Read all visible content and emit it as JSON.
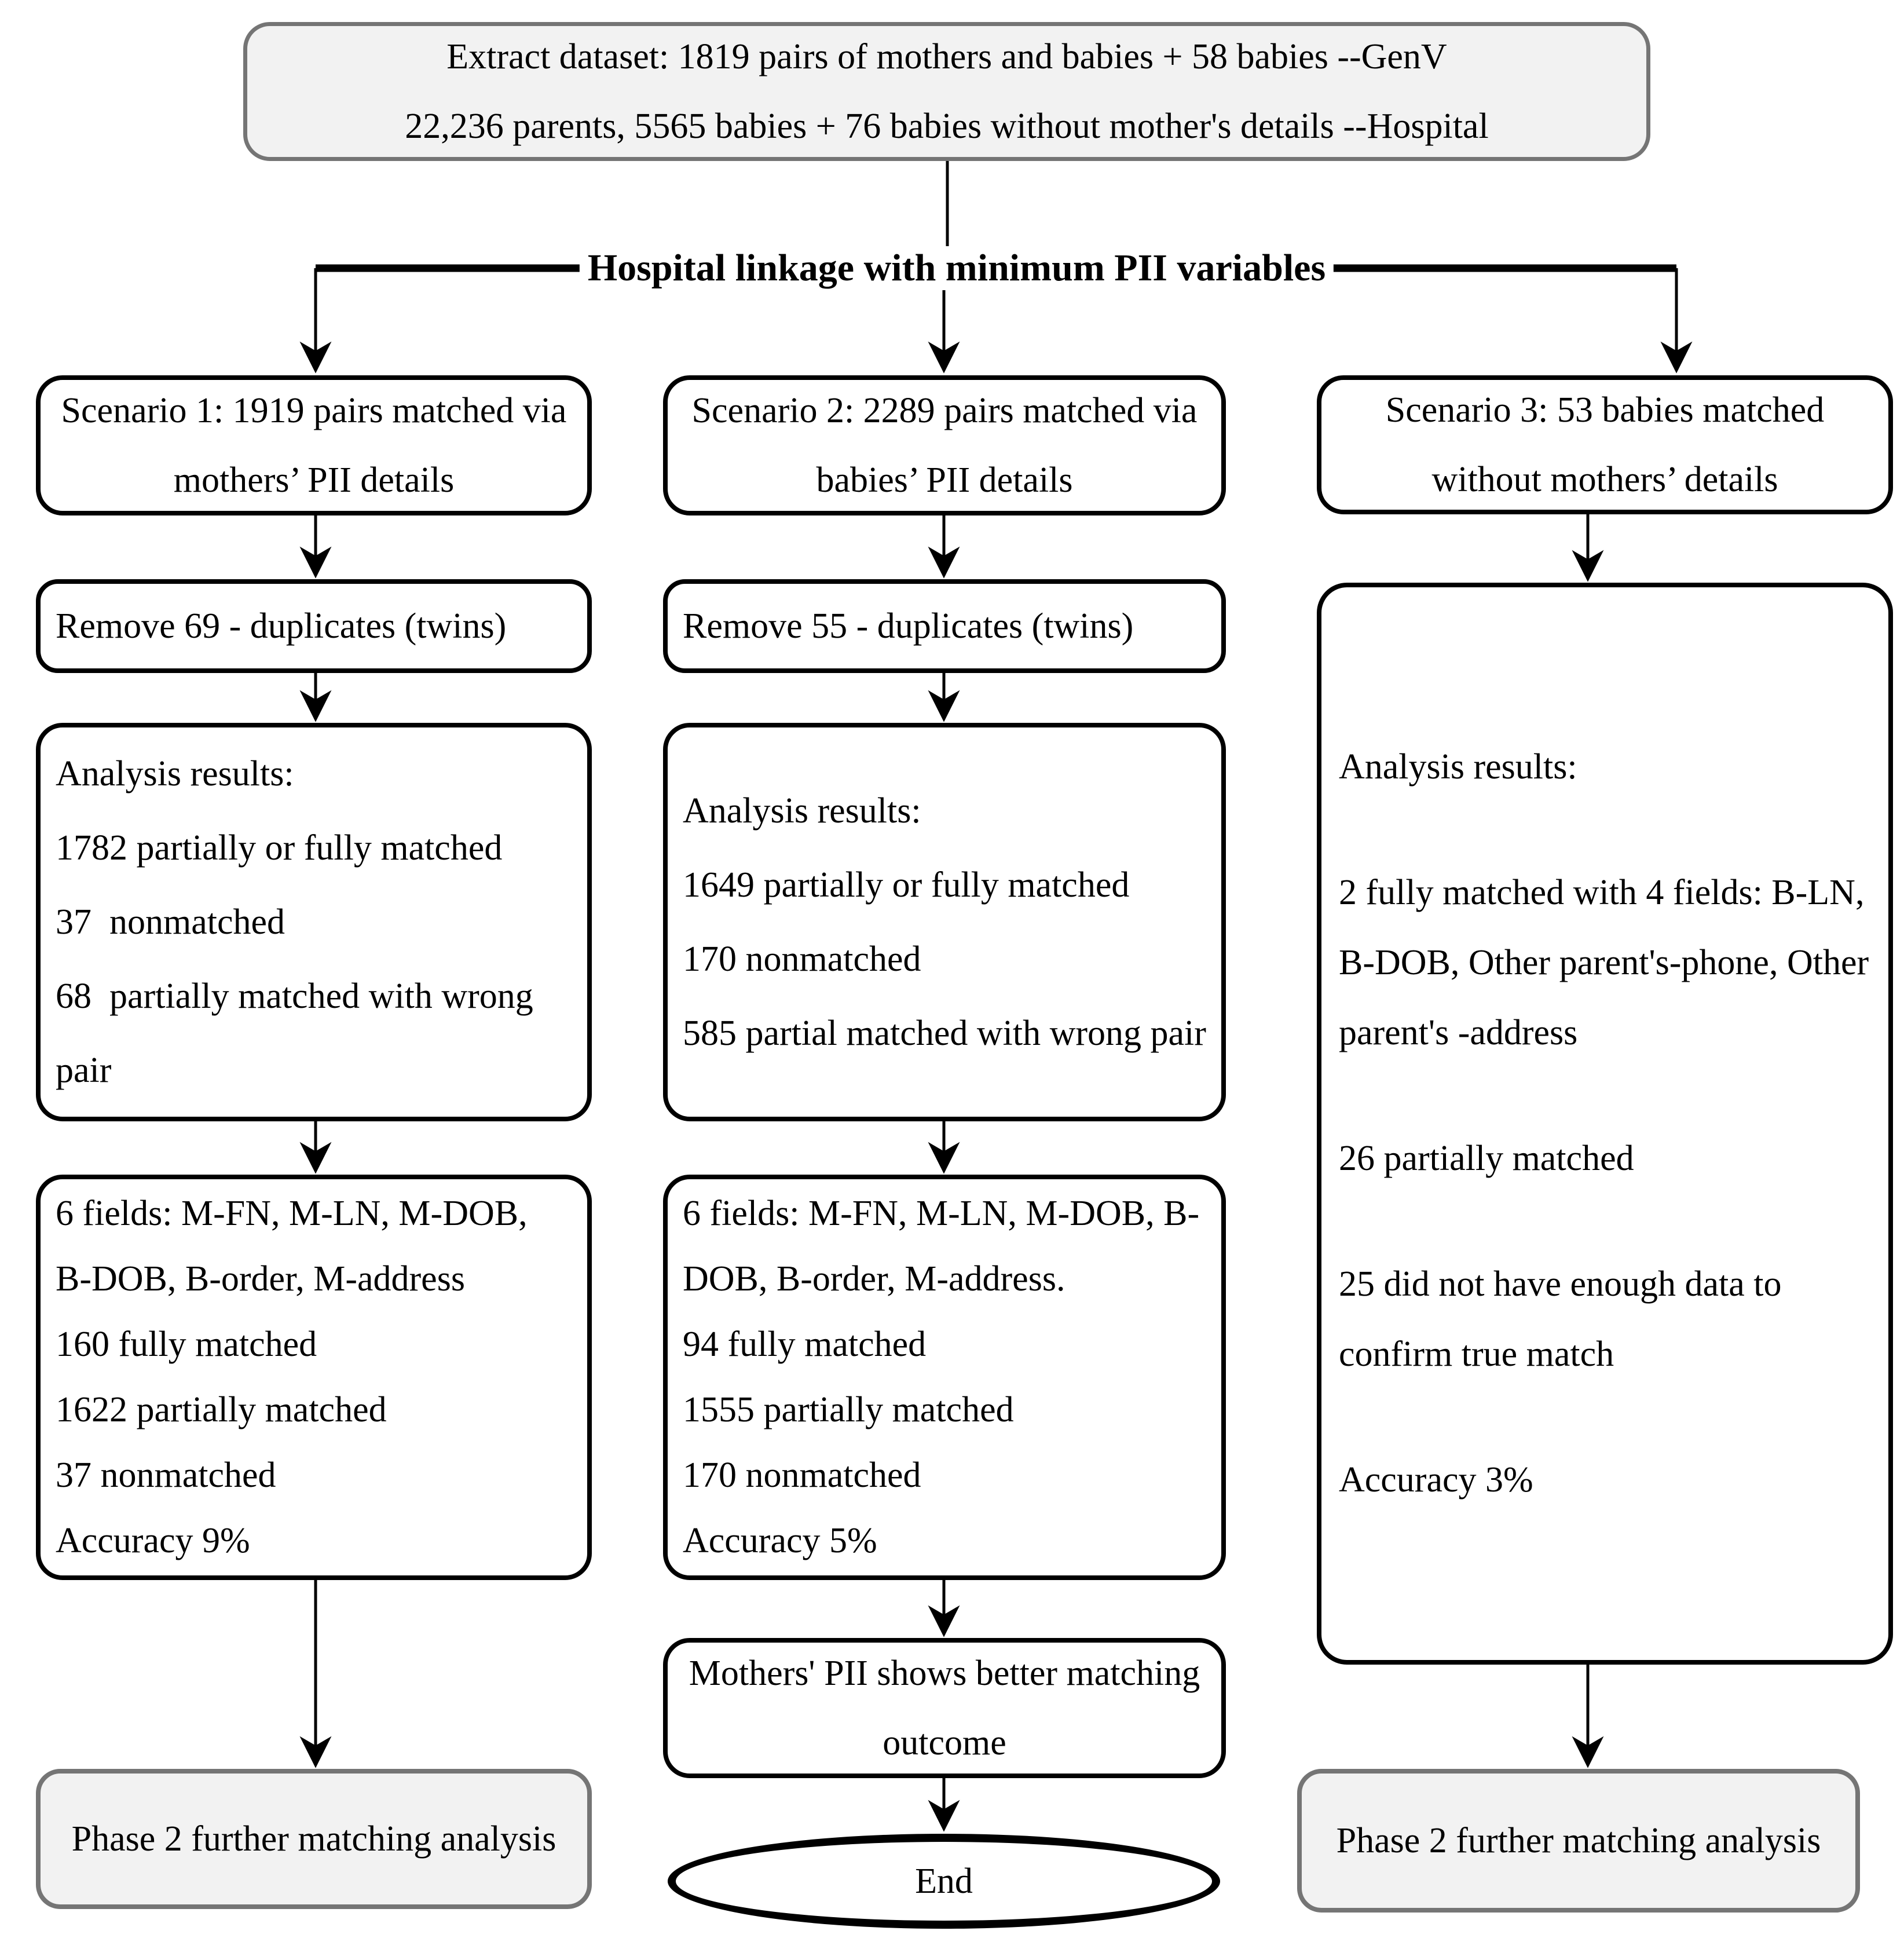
{
  "top_box": {
    "line1": "Extract dataset: 1819 pairs of mothers and babies + 58 babies --GenV",
    "line2": "22,236 parents, 5565 babies + 76 babies without mother's details --Hospital"
  },
  "branch_label": "Hospital linkage with minimum PII variables",
  "col1": {
    "scenario": "Scenario 1: 1919 pairs matched via mothers’ PII details",
    "remove": "Remove 69 - duplicates (twins)",
    "analysis": [
      "Analysis results:",
      "1782 partially or fully matched",
      "37  nonmatched",
      "68  partially matched with wrong pair"
    ],
    "fields": [
      "6 fields: M-FN, M-LN, M-DOB, B-DOB, B-order, M-address",
      "160 fully matched",
      "1622 partially matched",
      "37 nonmatched",
      "Accuracy 9%"
    ],
    "phase2": "Phase 2 further matching analysis"
  },
  "col2": {
    "scenario": "Scenario 2: 2289 pairs matched via babies’ PII details",
    "remove": "Remove 55 - duplicates (twins)",
    "analysis": [
      "Analysis results:",
      "1649 partially or fully matched",
      "170 nonmatched",
      "585 partial matched with wrong pair"
    ],
    "fields": [
      "6 fields: M-FN, M-LN, M-DOB, B-DOB, B-order, M-address.",
      "94 fully matched",
      "1555 partially matched",
      "170 nonmatched",
      "Accuracy 5%"
    ],
    "outcome": "Mothers' PII shows better matching outcome",
    "end_label": "End"
  },
  "col3": {
    "scenario": "Scenario 3: 53 babies matched without mothers’ details",
    "analysis": [
      "Analysis results:",
      "2 fully matched with 4 fields: B-LN, B-DOB, Other parent's-phone, Other parent's -address",
      "26 partially matched",
      "25 did not have enough data to confirm true match",
      "Accuracy 3%"
    ],
    "phase2": "Phase 2 further matching analysis"
  },
  "colors": {
    "line": "#000000",
    "gray_border": "#757575",
    "gray_fill": "#f2f2f2"
  }
}
